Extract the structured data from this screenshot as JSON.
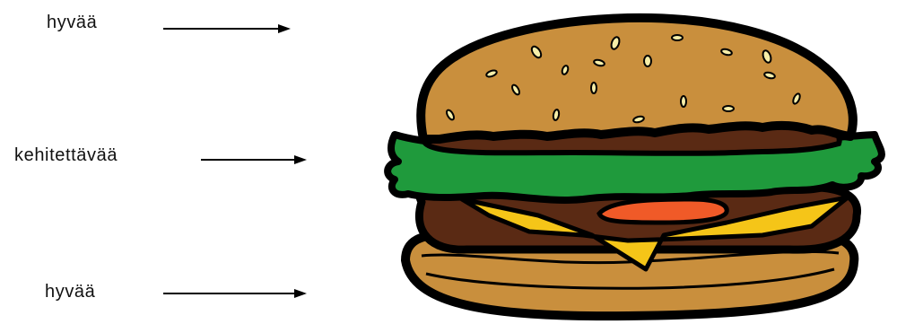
{
  "labels": {
    "top": "hyvää",
    "middle": "kehitettävää",
    "bottom": "hyvää"
  },
  "colors": {
    "bun": "#c98f3d",
    "outline": "#000000",
    "patty": "#5a2a14",
    "lettuce": "#1f9a3c",
    "cheese": "#f5c518",
    "tomato": "#f05a28",
    "seed": "#f6eea8"
  },
  "illustration": {
    "subject": "hamburger",
    "icon": "hamburger-icon"
  }
}
